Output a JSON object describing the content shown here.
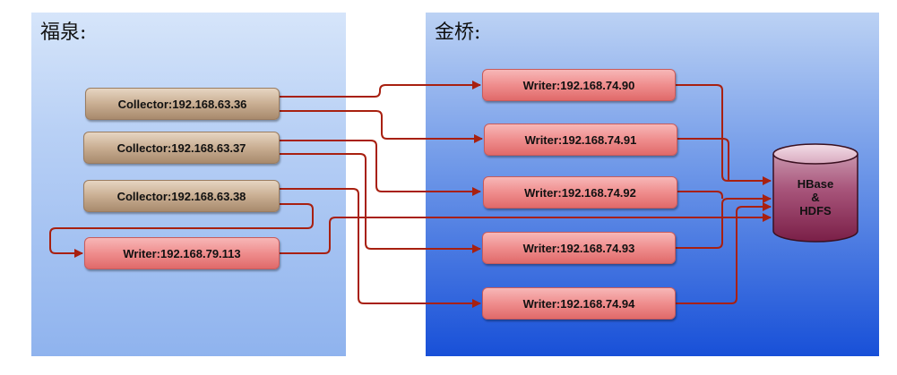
{
  "regions": {
    "fuquan": {
      "title": "福泉:"
    },
    "jinqiao": {
      "title": "金桥:"
    }
  },
  "collectors": [
    {
      "label": "Collector:192.168.63.36"
    },
    {
      "label": "Collector:192.168.63.37"
    },
    {
      "label": "Collector:192.168.63.38"
    }
  ],
  "local_writer": {
    "label": "Writer:192.168.79.113"
  },
  "writers": [
    {
      "label": "Writer:192.168.74.90"
    },
    {
      "label": "Writer:192.168.74.91"
    },
    {
      "label": "Writer:192.168.74.92"
    },
    {
      "label": "Writer:192.168.74.93"
    },
    {
      "label": "Writer:192.168.74.94"
    }
  ],
  "storage": {
    "line1": "HBase",
    "line2": "&",
    "line3": "HDFS"
  },
  "colors": {
    "arrow": "#a82010",
    "collector_fill": "#c9ae92",
    "writer_fill": "#ef8d8d",
    "storage_fill": "#8c2a55"
  }
}
